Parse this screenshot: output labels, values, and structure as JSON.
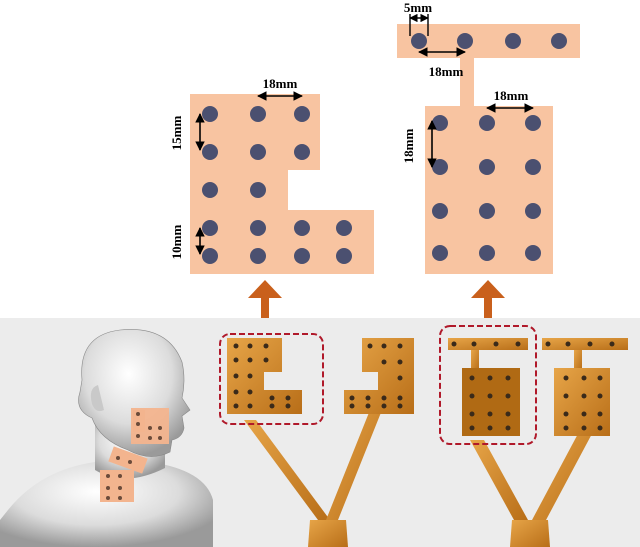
{
  "colors": {
    "pad": "#f8c4a1",
    "electrode": "#4b5070",
    "arrow": "#c9601c",
    "flex_dark": "#b06a14",
    "flex_mid": "#d89030",
    "flex_light": "#e8aa48",
    "highlight": "#b0192a",
    "photo_bg": "#ececec"
  },
  "left_patch": {
    "labels": {
      "pitch_x": "18mm",
      "pitch_y": "15mm",
      "pitch_y_lower": "10mm"
    }
  },
  "right_patch": {
    "labels": {
      "diameter": "5mm",
      "pitch_top": "18mm",
      "pitch_x": "18mm",
      "pitch_y": "18mm"
    }
  },
  "photos": {
    "head_model": {
      "icon": "human-head-render"
    },
    "left_flex": {
      "icon": "flexible-pcb-electrode-array"
    },
    "right_flex": {
      "icon": "flexible-pcb-electrode-array"
    }
  }
}
